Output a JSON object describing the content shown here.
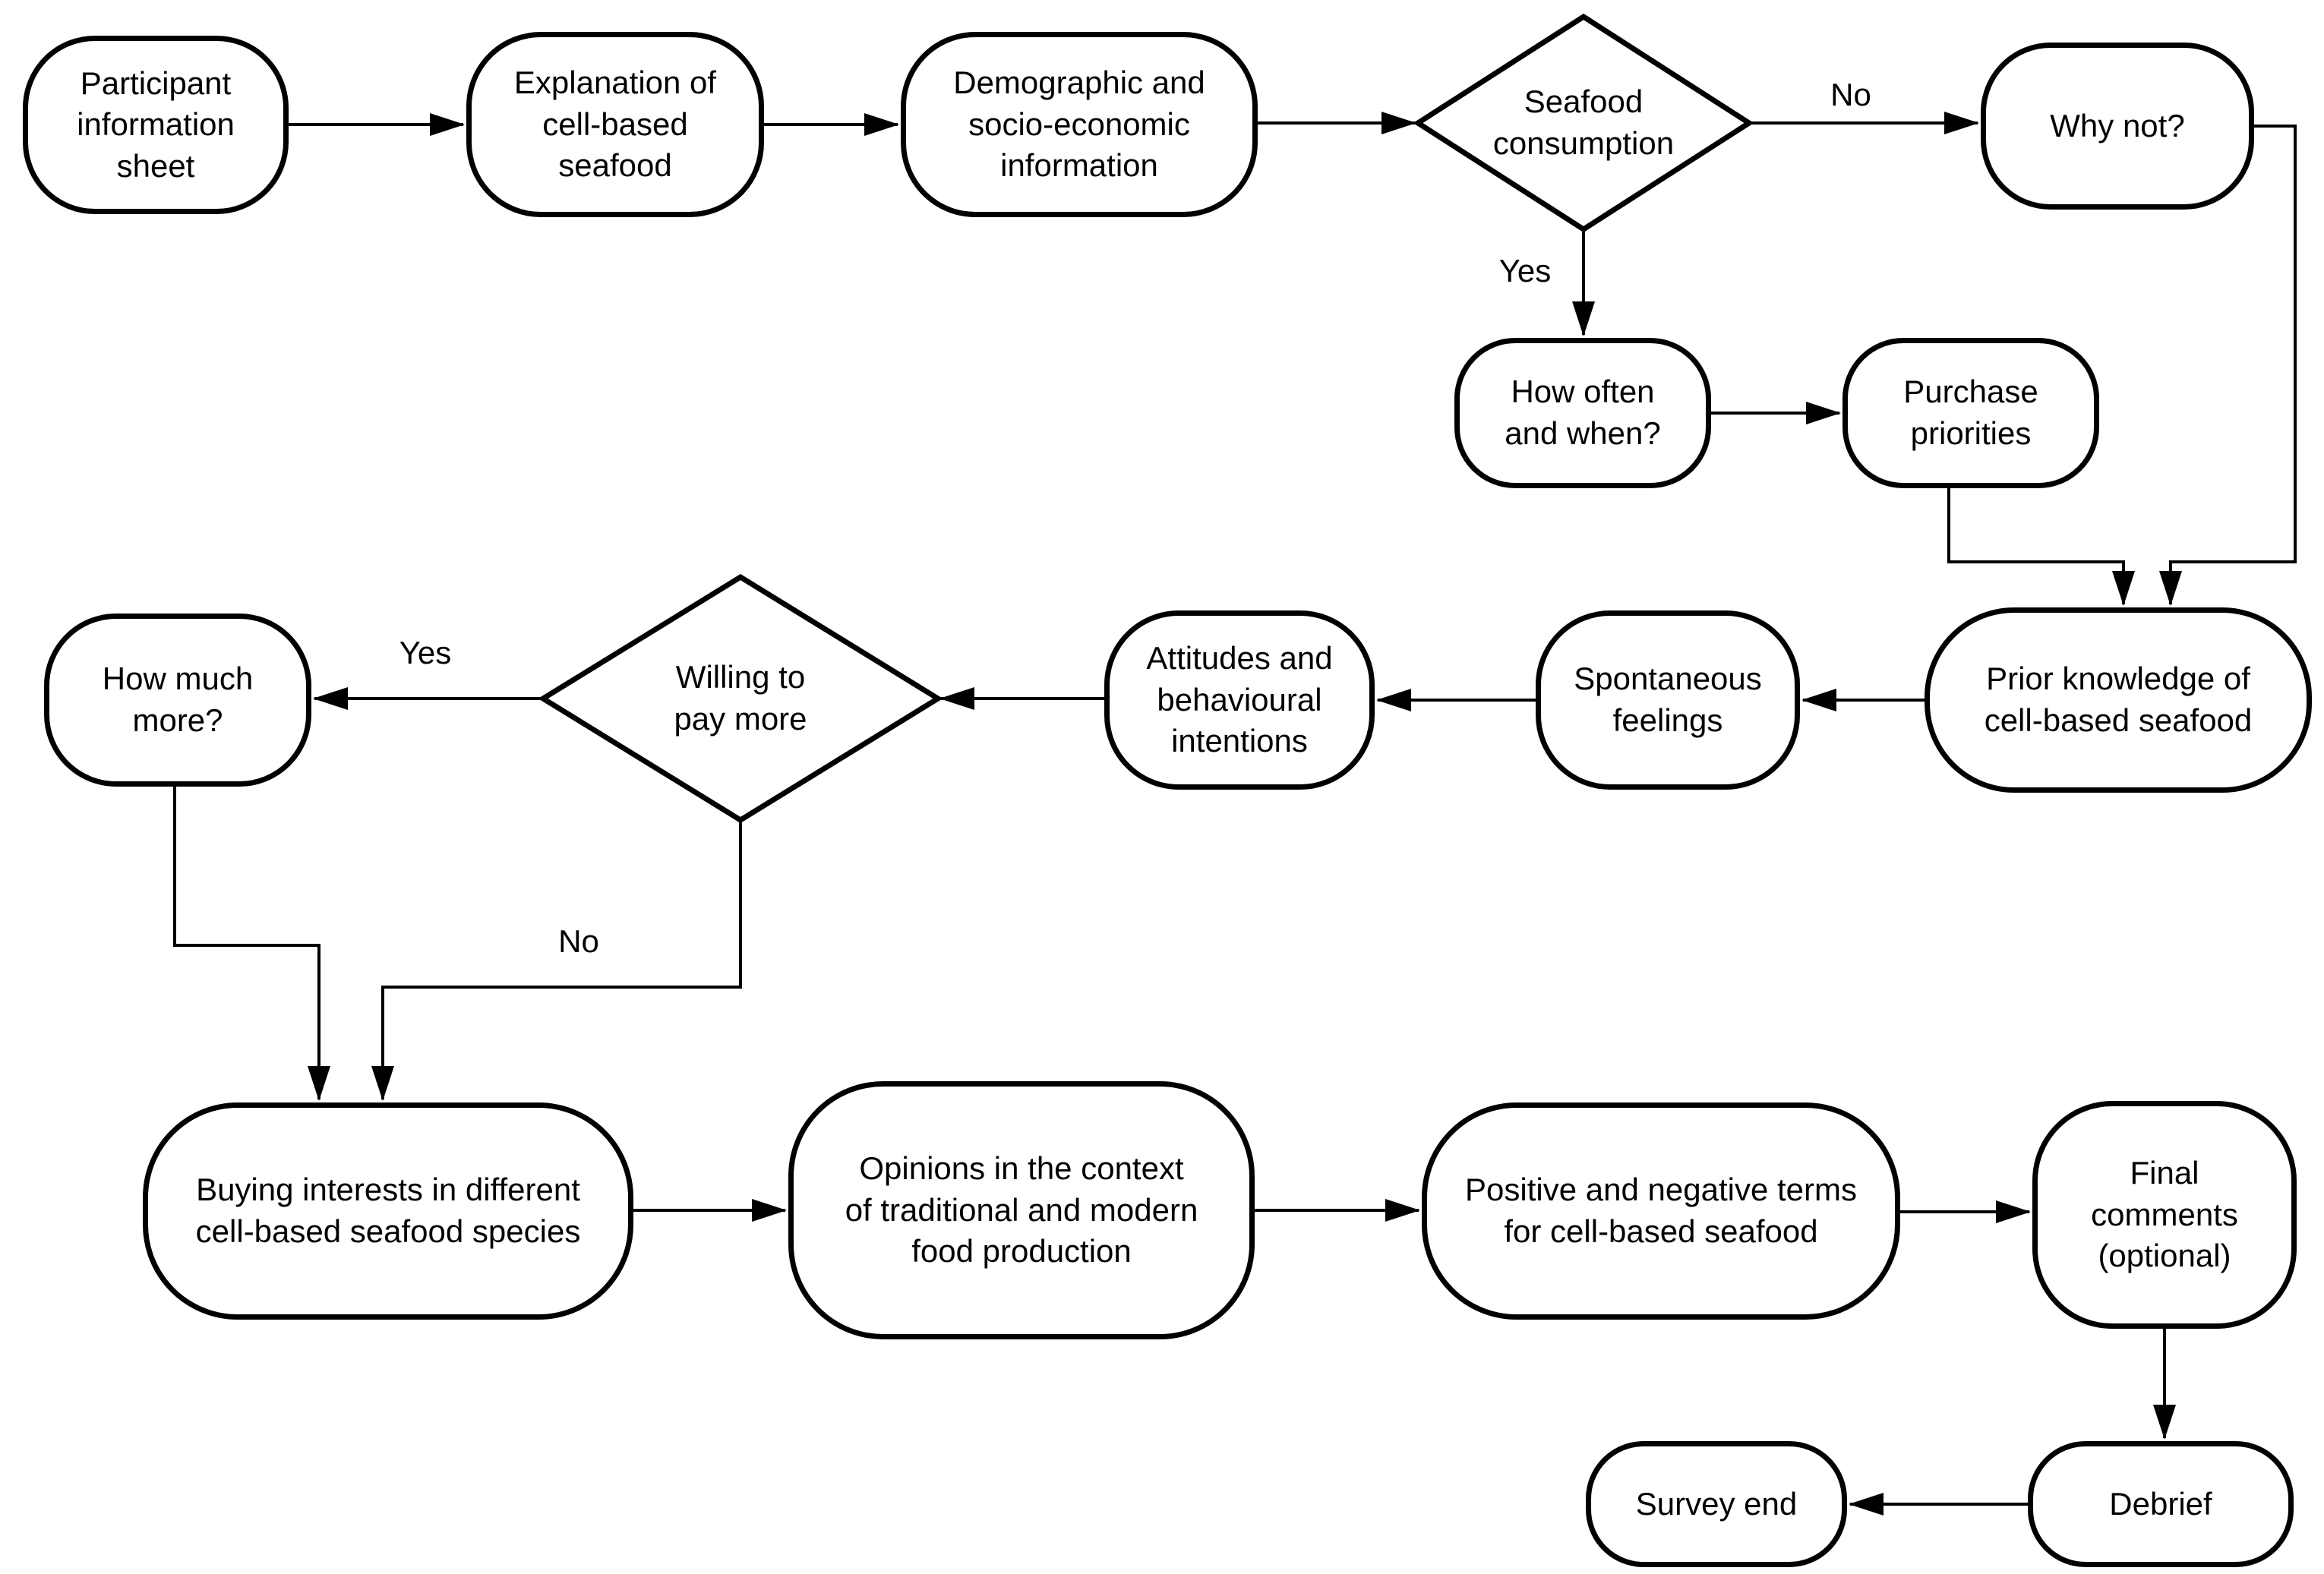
{
  "diagram": {
    "type": "flowchart",
    "background_color": "#ffffff",
    "line_color": "#000000",
    "node_fill_color": "#ffffff",
    "nodes": {
      "participant_information_sheet": {
        "label": "Participant\ninformation\nsheet",
        "shape": "rounded-rect"
      },
      "explanation_cell_based_seafood": {
        "label": "Explanation of\ncell-based\nseafood",
        "shape": "rounded-rect"
      },
      "demographic_socio_economic": {
        "label": "Demographic and\nsocio-economic\ninformation",
        "shape": "rounded-rect"
      },
      "seafood_consumption": {
        "label": "Seafood\nconsumption",
        "shape": "decision-diamond"
      },
      "why_not": {
        "label": "Why not?",
        "shape": "rounded-rect"
      },
      "how_often_and_when": {
        "label": "How often\nand when?",
        "shape": "rounded-rect"
      },
      "purchase_priorities": {
        "label": "Purchase\npriorities",
        "shape": "rounded-rect"
      },
      "prior_knowledge": {
        "label": "Prior knowledge of\ncell-based seafood",
        "shape": "rounded-rect"
      },
      "spontaneous_feelings": {
        "label": "Spontaneous\nfeelings",
        "shape": "rounded-rect"
      },
      "attitudes_behavioural_intentions": {
        "label": "Attitudes and\nbehavioural\nintentions",
        "shape": "rounded-rect"
      },
      "willing_to_pay_more": {
        "label": "Willing to\npay more",
        "shape": "decision-diamond"
      },
      "how_much_more": {
        "label": "How much\nmore?",
        "shape": "rounded-rect"
      },
      "buying_interests": {
        "label": "Buying interests in different\ncell-based seafood species",
        "shape": "rounded-rect"
      },
      "opinions_context": {
        "label": "Opinions in the context\nof traditional and modern\nfood production",
        "shape": "rounded-rect"
      },
      "positive_negative_terms": {
        "label": "Positive and negative terms\nfor cell-based seafood",
        "shape": "rounded-rect"
      },
      "final_comments": {
        "label": "Final\ncomments\n(optional)",
        "shape": "rounded-rect"
      },
      "debrief": {
        "label": "Debrief",
        "shape": "rounded-rect"
      },
      "survey_end": {
        "label": "Survey end",
        "shape": "rounded-rect"
      }
    },
    "edge_labels": {
      "seafood_consumption_no": "No",
      "seafood_consumption_yes": "Yes",
      "willing_to_pay_yes": "Yes",
      "willing_to_pay_no": "No"
    }
  }
}
